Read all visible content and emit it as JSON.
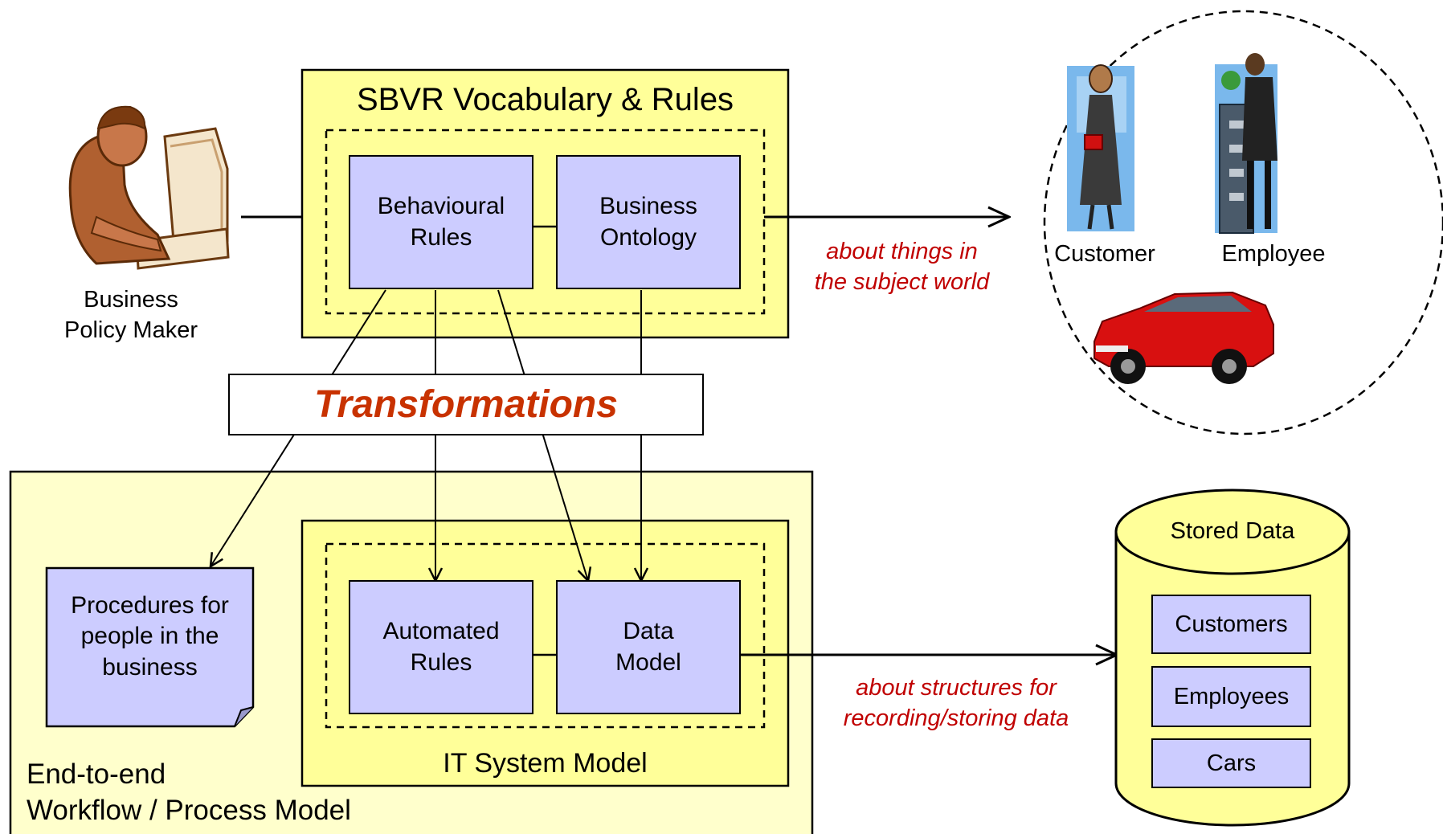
{
  "sbvr": {
    "title": "SBVR Vocabulary & Rules",
    "behavioural_rules": "Behavioural\nRules",
    "business_ontology": "Business\nOntology"
  },
  "transformations": "Transformations",
  "policy_maker": "Business\nPolicy Maker",
  "subject_world": {
    "annotation": "about things in\nthe subject world",
    "customer": "Customer",
    "employee": "Employee"
  },
  "workflow": {
    "label": "End-to-end\nWorkflow / Process Model",
    "procedures": "Procedures for\npeople in the\nbusiness"
  },
  "it_system": {
    "label": "IT System Model",
    "automated_rules": "Automated\nRules",
    "data_model": "Data\nModel"
  },
  "storage": {
    "annotation": "about structures for\nrecording/storing data",
    "title": "Stored Data",
    "items": [
      "Customers",
      "Employees",
      "Cars"
    ]
  },
  "colors": {
    "container_fill": "#ffff99",
    "workflow_fill": "#ffffcc",
    "box_fill": "#ccccff",
    "annotation": "#c00000",
    "transform_text": "#c83200"
  }
}
